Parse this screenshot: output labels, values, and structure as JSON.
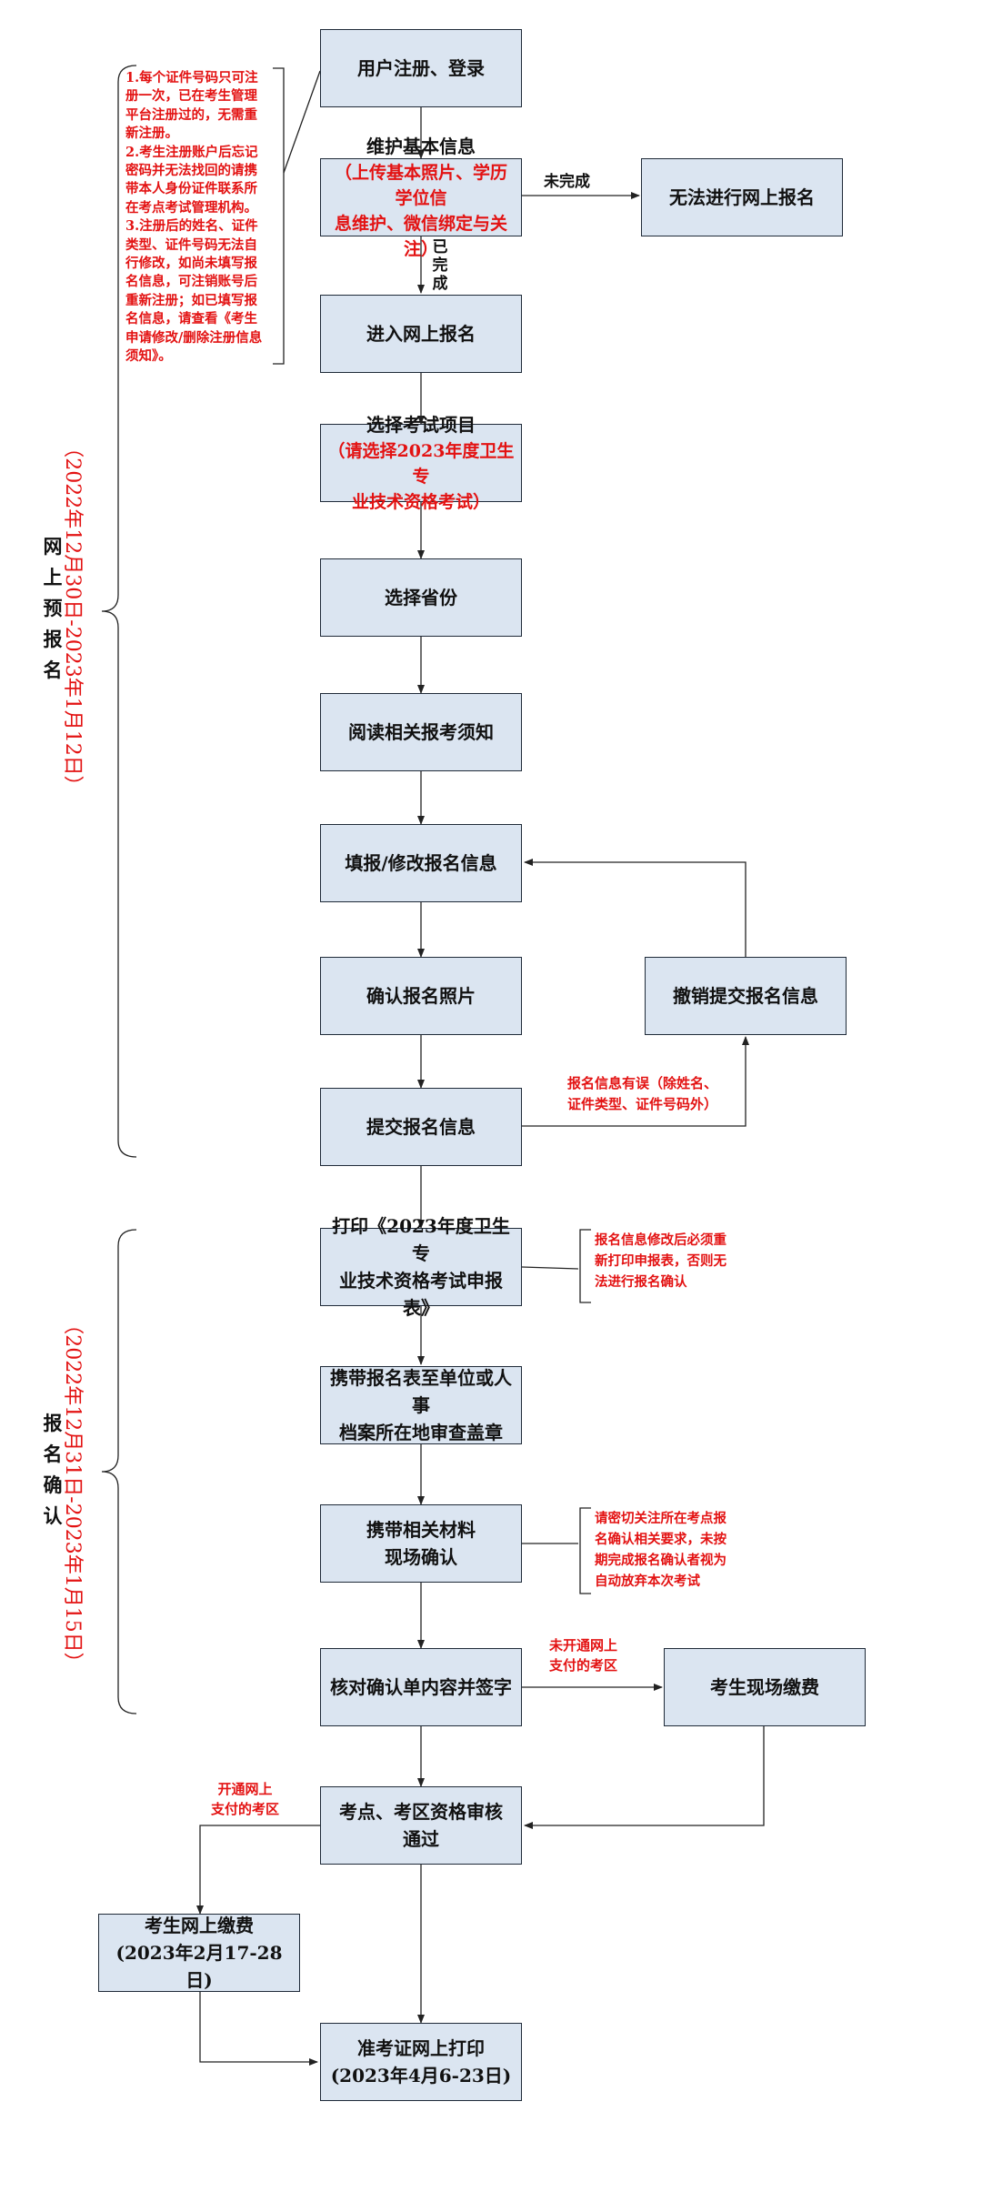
{
  "nodes": {
    "register": {
      "line1": "用户注册、登录"
    },
    "maintain": {
      "line1": "维护基本信息",
      "sub1": "（上传基本照片、学历学位信",
      "sub2": "息维护、微信绑定与关注）"
    },
    "cannot": {
      "line1": "无法进行网上报名"
    },
    "enter": {
      "line1": "进入网上报名"
    },
    "select_exam": {
      "line1": "选择考试项目",
      "sub1": "（请选择2023年度卫生专",
      "sub2": "业技术资格考试）"
    },
    "select_province": {
      "line1": "选择省份"
    },
    "read_notice": {
      "line1": "阅读相关报考须知"
    },
    "fill": {
      "line1": "填报/修改报名信息"
    },
    "confirm_photo": {
      "line1": "确认报名照片"
    },
    "revoke": {
      "line1": "撤销提交报名信息"
    },
    "submit": {
      "line1": "提交报名信息"
    },
    "print_form": {
      "line1": "打印《2023年度卫生专",
      "line2": "业技术资格考试申报表》"
    },
    "stamp": {
      "line1": "携带报名表至单位或人事",
      "line2": "档案所在地审查盖章"
    },
    "onsite": {
      "line1": "携带相关材料",
      "line2": "现场确认"
    },
    "sign": {
      "line1": "核对确认单内容并签字"
    },
    "pay_onsite": {
      "line1": "考生现场缴费"
    },
    "review": {
      "line1": "考点、考区资格审核",
      "line2": "通过"
    },
    "pay_online": {
      "line1": "考生网上缴费",
      "line2": "(2023年2月17-28日)"
    },
    "admit_card": {
      "line1": "准考证网上打印",
      "line2": "(2023年4月6-23日)"
    }
  },
  "edge_labels": {
    "incomplete": "未完成",
    "complete_1": "已",
    "complete_2": "完",
    "complete_3": "成",
    "error_1": "报名信息有误（除姓名、",
    "error_2": "证件类型、证件号码外）",
    "no_online_1": "未开通网上",
    "no_online_2": "支付的考区",
    "online_1": "开通网上",
    "online_2": "支付的考区"
  },
  "notes": {
    "left_top": [
      "1.每个证件号码只可注",
      "册一次，已在考生管理",
      "平台注册过的，无需重",
      "新注册。",
      "2.考生注册账户后忘记",
      "密码并无法找回的请携",
      "带本人身份证件联系所",
      "在考点考试管理机构。",
      "3.注册后的姓名、证件",
      "类型、证件号码无法自",
      "行修改，如尚未填写报",
      "名信息，可注销账号后",
      "重新注册；如已填写报",
      "名信息，请查看《考生",
      "申请修改/删除注册信息",
      "须知》。"
    ],
    "print_note": [
      "报名信息修改后必须重",
      "新打印申报表，否则无",
      "法进行报名确认"
    ],
    "onsite_note": [
      "请密切关注所在考点报",
      "名确认相关要求，未按",
      "期完成报名确认者视为",
      "自动放弃本次考试"
    ]
  },
  "phases": {
    "pre_register": {
      "name_chars": [
        "网",
        "上",
        "预",
        "报",
        "名"
      ],
      "dates": "（2022年12月30日-2023年1月12日）"
    },
    "confirm": {
      "name_chars": [
        "报",
        "名",
        "确",
        "认"
      ],
      "dates": "（2022年12月31日-2023年1月15日）"
    }
  },
  "colors": {
    "box_fill": "#dbe5f1",
    "box_border": "#1f2a38",
    "red": "#e31212",
    "line": "#222222"
  }
}
